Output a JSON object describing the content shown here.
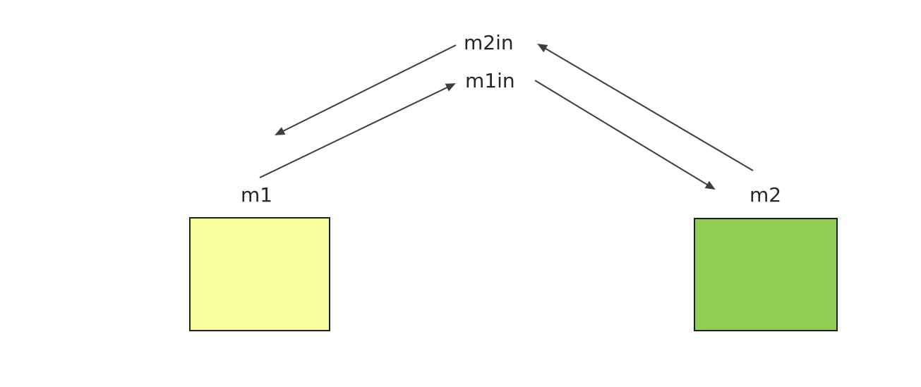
{
  "diagram": {
    "background": "#ffffff",
    "arrow_color": "#3d3d3d",
    "text_color": "#262626",
    "ports": [
      {
        "id": "m2in",
        "label": "m2in"
      },
      {
        "id": "m1in",
        "label": "m1in"
      }
    ],
    "nodes": [
      {
        "id": "m1",
        "label": "m1",
        "fill": "#FAFD9C",
        "border": "#1f1f1f"
      },
      {
        "id": "m2",
        "label": "m2",
        "fill": "#8FD054",
        "border": "#1f1f1f"
      }
    ],
    "connections": [
      {
        "from": "m2in",
        "to": "m1"
      },
      {
        "from": "m1",
        "to": "m1in"
      },
      {
        "from": "m2",
        "to": "m2in"
      },
      {
        "from": "m1in",
        "to": "m2"
      }
    ]
  }
}
